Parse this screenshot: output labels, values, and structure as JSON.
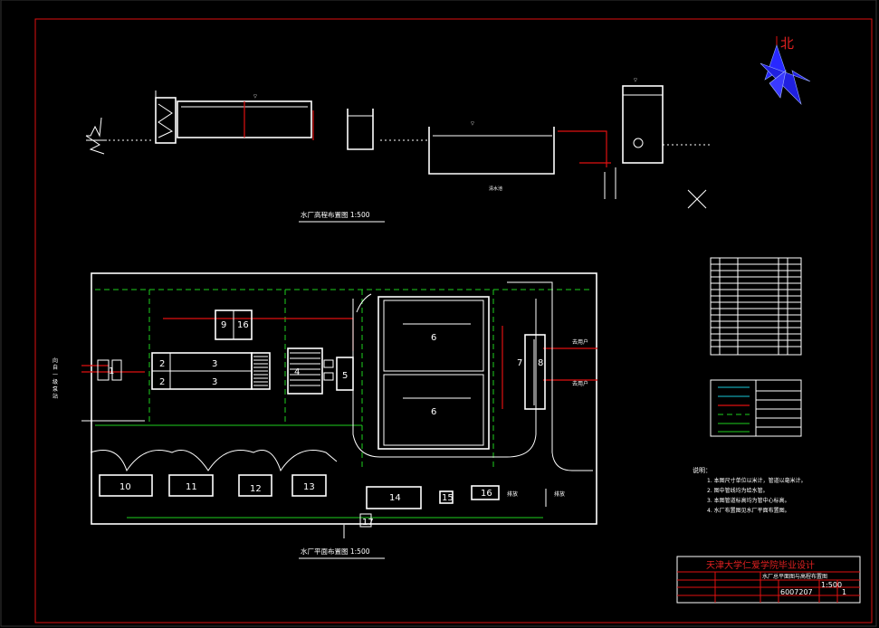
{
  "profile_title": "水厂高程布置图  1:500",
  "plan_title": "水厂平面布置图  1:500",
  "north_label": "北",
  "side_label": "向 自 一 级 泵 站",
  "outlets": [
    "去用户",
    "去用户"
  ],
  "drain_labels": [
    "排放",
    "排放"
  ],
  "unit_numbers": [
    "1",
    "2",
    "2",
    "3",
    "3",
    "4",
    "5",
    "6",
    "6",
    "7",
    "8",
    "9",
    "10",
    "11",
    "12",
    "13",
    "14",
    "15",
    "16",
    "17",
    "16"
  ],
  "notes": {
    "heading": "说明：",
    "lines": [
      "1. 本图尺寸单位以米计，管道以毫米计。",
      "2. 图中管线均为给水管。",
      "3. 本图管道标高均为管中心标高。",
      "4. 水厂布置图见水厂平面布置图。"
    ]
  },
  "title_block": {
    "school": "天津大学仁爱学院毕业设计",
    "drawing_name": "水厂总平面图与高程布置图",
    "scale": "1:500",
    "drawing_no": "6007207",
    "sheet": "1"
  },
  "colors": {
    "frame": "#e01010",
    "lines": "#ffffff",
    "pipe_green": "#1ed01e",
    "pipe_red": "#e01010",
    "compass": "#3030ff"
  }
}
